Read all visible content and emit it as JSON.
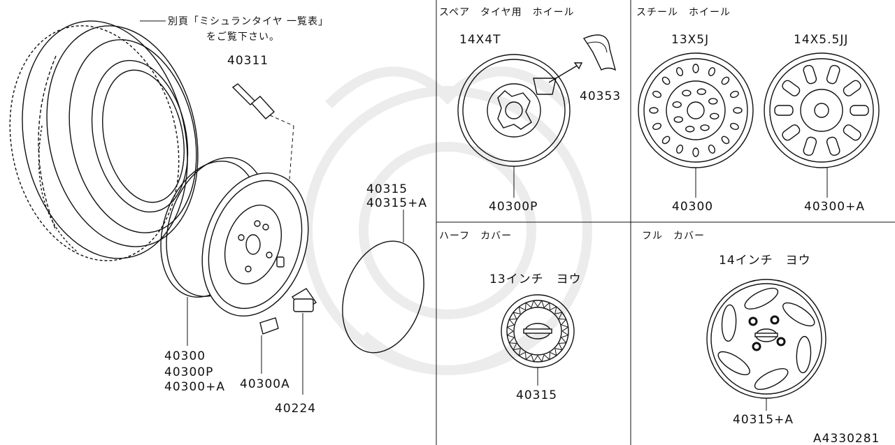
{
  "note": {
    "line1": "別頁「ミシュランタイヤ 一覧表」",
    "line2": "をご覧下さい。"
  },
  "main_parts": {
    "valve": "40311",
    "wheel_line1": "40300",
    "wheel_line2": "40300P",
    "wheel_line3": "40300+A",
    "weight": "40300A",
    "nut": "40224",
    "cover_line1": "40315",
    "cover_line2": "40315+A"
  },
  "sections": {
    "spare": {
      "title": "スペア　タイヤ用　ホイール",
      "size": "14X4T",
      "label_part": "40353",
      "wheel_part": "40300P"
    },
    "steel": {
      "title": "スチール　ホイール",
      "size_a": "13X5J",
      "size_b": "14X5.5JJ",
      "part_a": "40300",
      "part_b": "40300+A"
    },
    "half_cover": {
      "title": "ハーフ　カバー",
      "size": "13インチ　ヨウ",
      "part": "40315"
    },
    "full_cover": {
      "title": "フル　カバー",
      "size": "14インチ　ヨウ",
      "part": "40315+A"
    }
  },
  "diagram_id": "A4330281"
}
